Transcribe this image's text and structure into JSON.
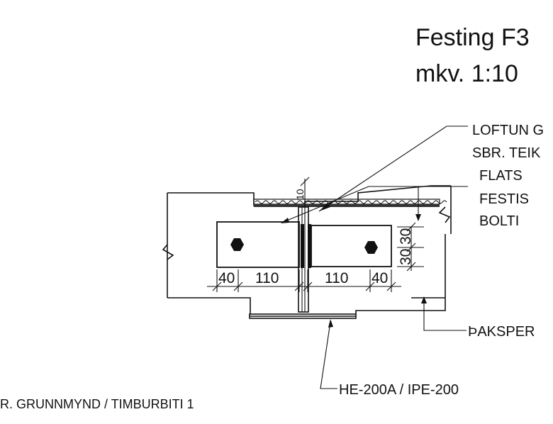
{
  "title": {
    "line1": "Festing F3",
    "line2": "mkv. 1:10"
  },
  "notes": {
    "loftun_line1": "LOFTUN G",
    "loftun_line2": "SBR. TEIK",
    "flats": "FLATS",
    "festis": "FESTIS",
    "bolti": "BOLTI",
    "paksper": "ÞAKSPER",
    "beam_profile": "HE-200A / IPE-200",
    "reference": "R. GRUNNMYND / TIMBURBITI 1"
  },
  "dimensions": {
    "left_edge": "40",
    "left_plate": "110",
    "right_plate": "110",
    "right_edge": "40",
    "bolt_spacing_top": "30",
    "bolt_spacing_bottom": "30",
    "gap_top": "10"
  }
}
